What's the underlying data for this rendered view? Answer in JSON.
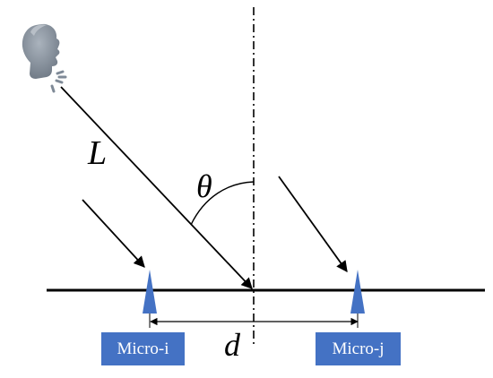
{
  "diagram": {
    "symbols": {
      "distance": "L",
      "angle": "θ",
      "spacing": "d"
    },
    "microphones": [
      {
        "label": "Micro-i"
      },
      {
        "label": "Micro-j"
      }
    ],
    "icons": {
      "speaker": "speaking-head-icon",
      "microphone": "microphone-icon"
    },
    "colors": {
      "microphone": "#4472c4",
      "speaker": "#7f8a97",
      "lines": "#000000"
    }
  }
}
